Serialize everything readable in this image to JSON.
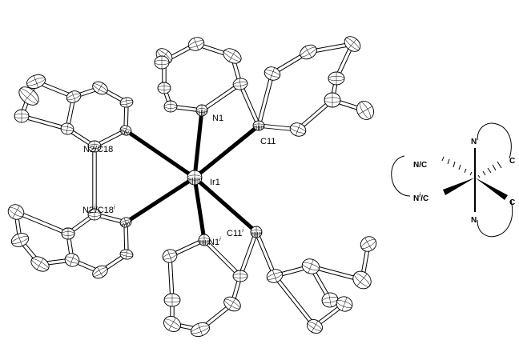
{
  "figure": {
    "type": "ORTEP crystal structure with schematic coordination diagram",
    "atom_labels": {
      "ir1": "Ir1",
      "n1": "N1",
      "n1_prime": "N1",
      "c11": "C11",
      "c11_prime": "C11",
      "n2c18": "N2/C18",
      "n2c18_prime_a": "N2",
      "n2c18_prime_b": "/C18"
    },
    "symmetry_superscript": "i",
    "schematic_labels": {
      "top_left": "N/C",
      "bottom_left_a": "N",
      "bottom_left_b": "/C",
      "top_n": "N",
      "bottom_n": "N",
      "c_upper": "C",
      "c_lower": "C"
    },
    "schematic_prime": "i",
    "colors": {
      "ink": "#000000",
      "background": "#ffffff"
    }
  }
}
